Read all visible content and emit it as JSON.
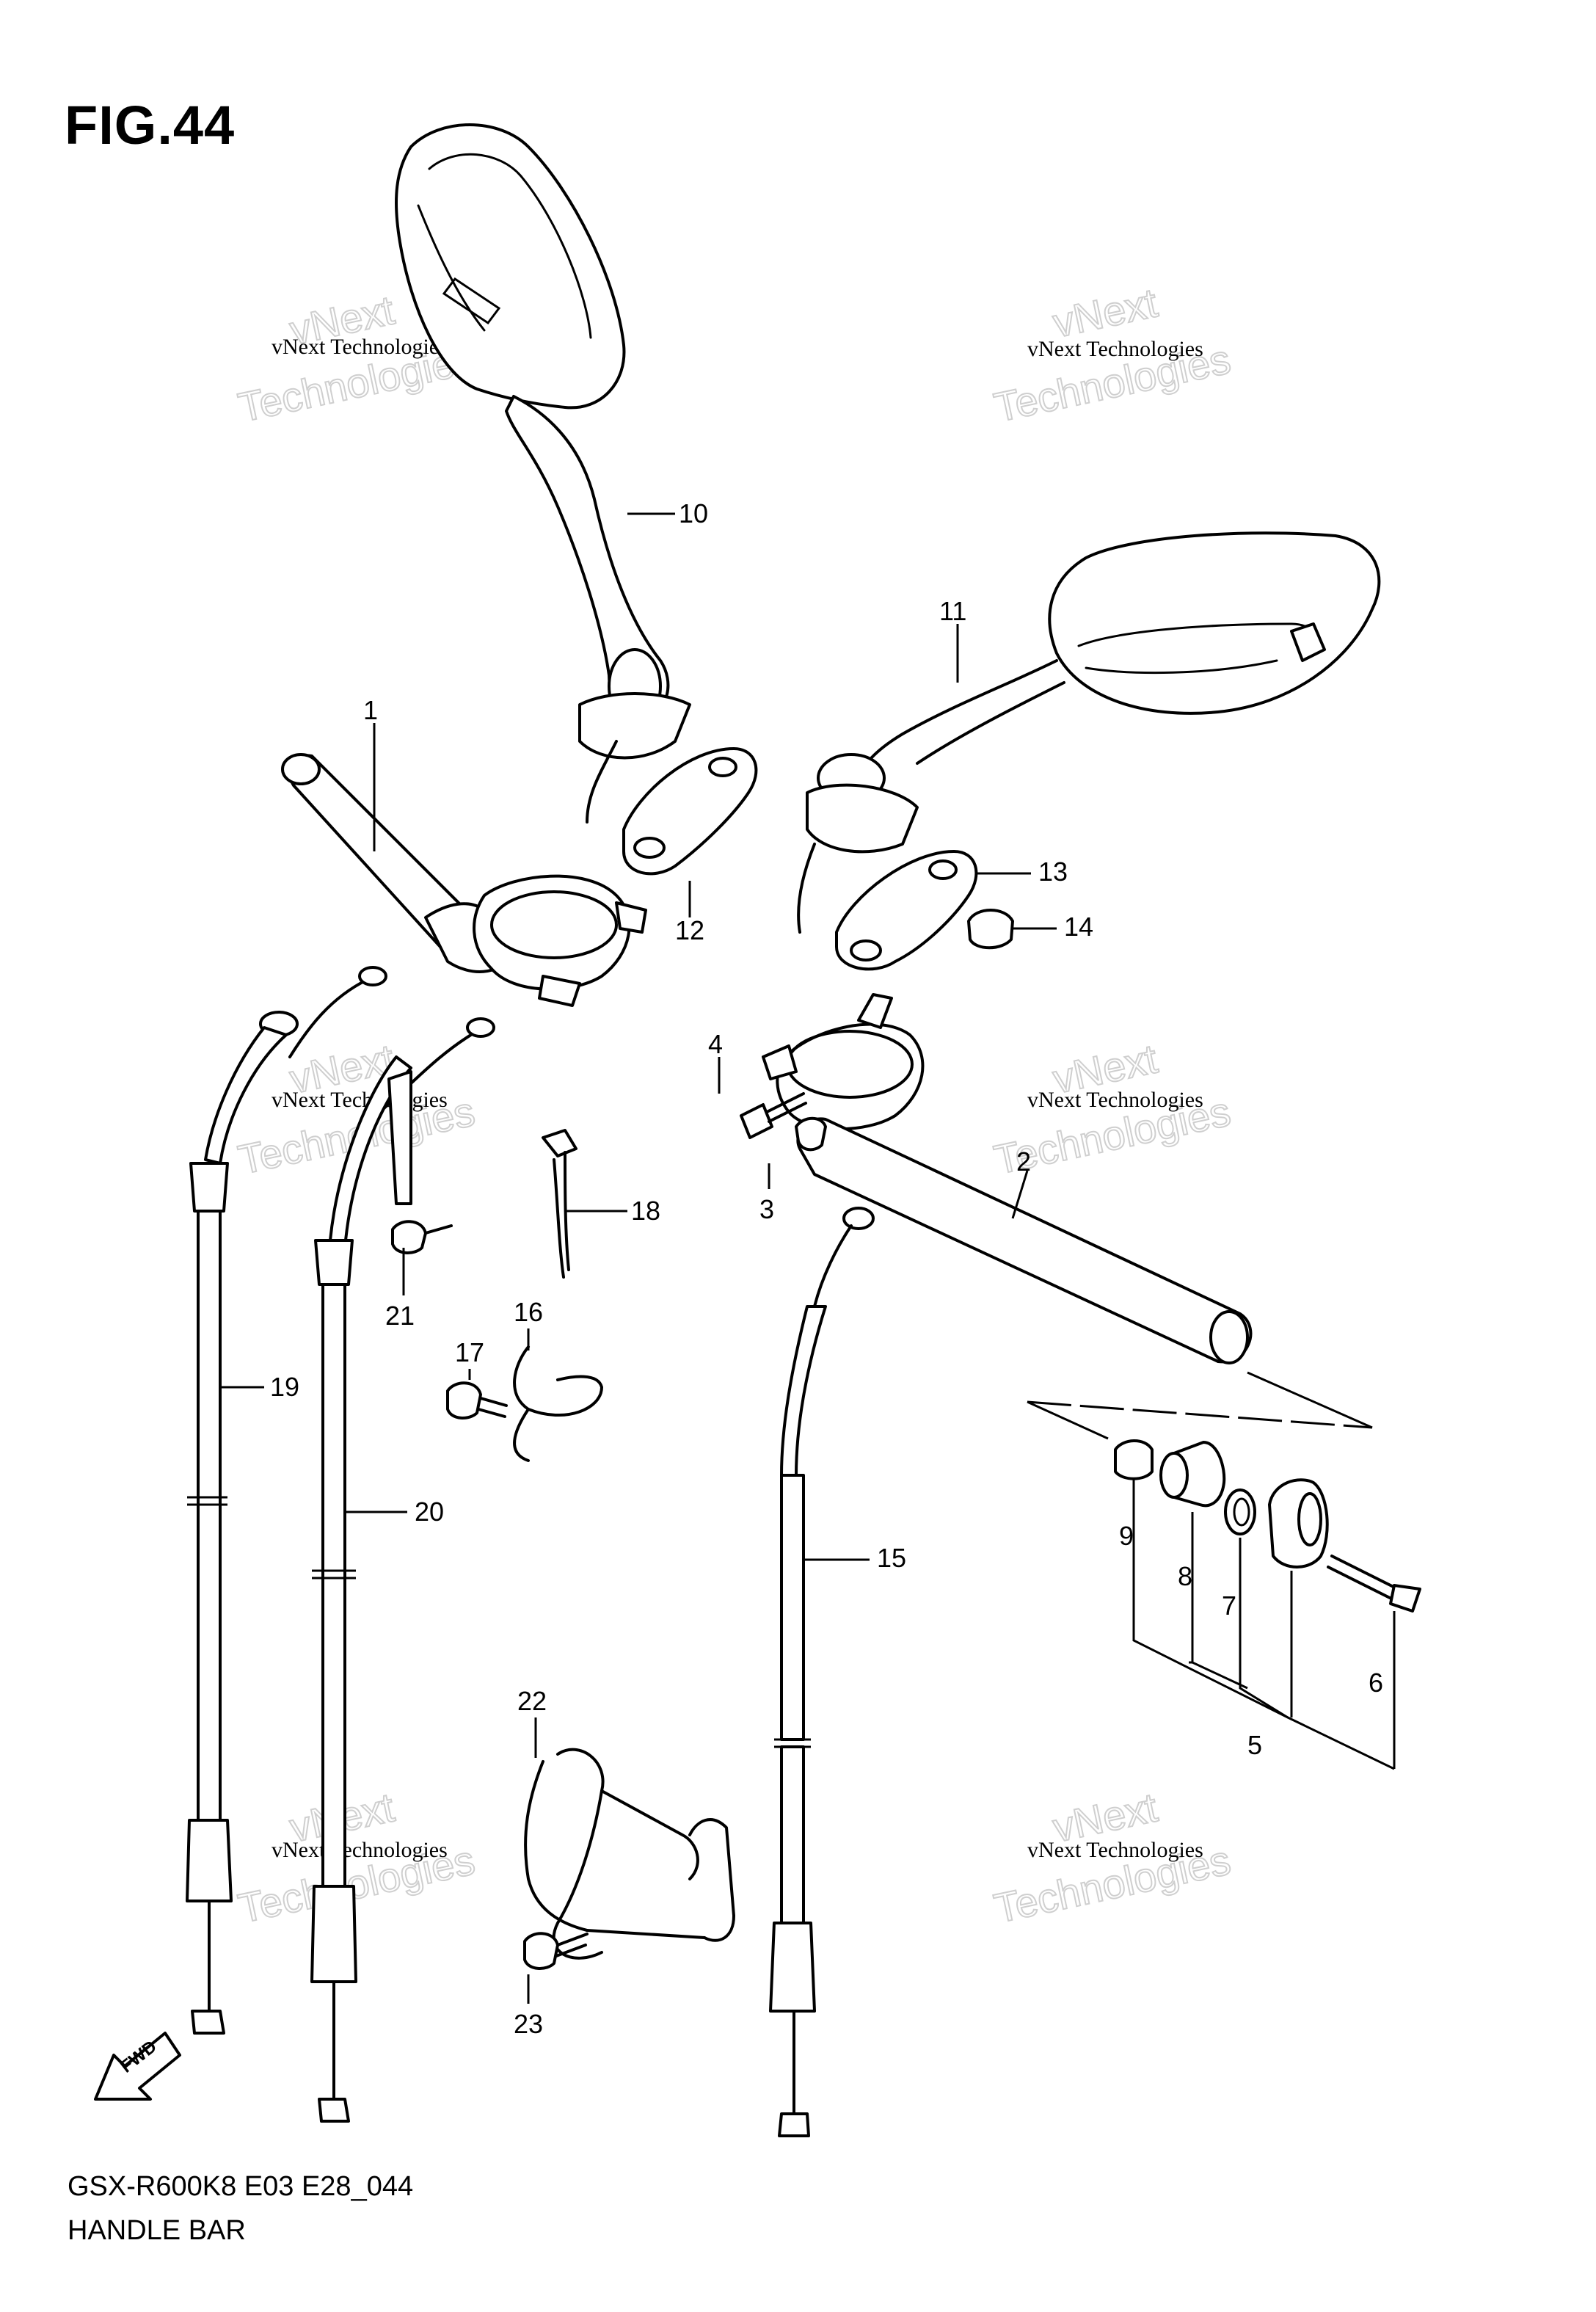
{
  "figure": {
    "title": "FIG.44",
    "model_code": "GSX-R600K8 E03 E28_044",
    "section_name": "HANDLE BAR",
    "fwd_label": "FWD"
  },
  "watermark": {
    "company_small": "vNext Technologies",
    "word_next": "vNext",
    "word_tech": "Technologies"
  },
  "callouts": [
    {
      "id": "1",
      "label": "1"
    },
    {
      "id": "2",
      "label": "2"
    },
    {
      "id": "3",
      "label": "3"
    },
    {
      "id": "4",
      "label": "4"
    },
    {
      "id": "5",
      "label": "5"
    },
    {
      "id": "6",
      "label": "6"
    },
    {
      "id": "7",
      "label": "7"
    },
    {
      "id": "8",
      "label": "8"
    },
    {
      "id": "9",
      "label": "9"
    },
    {
      "id": "10",
      "label": "10"
    },
    {
      "id": "11",
      "label": "11"
    },
    {
      "id": "12",
      "label": "12"
    },
    {
      "id": "13",
      "label": "13"
    },
    {
      "id": "14",
      "label": "14"
    },
    {
      "id": "15",
      "label": "15"
    },
    {
      "id": "16",
      "label": "16"
    },
    {
      "id": "17",
      "label": "17"
    },
    {
      "id": "18",
      "label": "18"
    },
    {
      "id": "19",
      "label": "19"
    },
    {
      "id": "20",
      "label": "20"
    },
    {
      "id": "21",
      "label": "21"
    },
    {
      "id": "22",
      "label": "22"
    },
    {
      "id": "23",
      "label": "23"
    }
  ]
}
